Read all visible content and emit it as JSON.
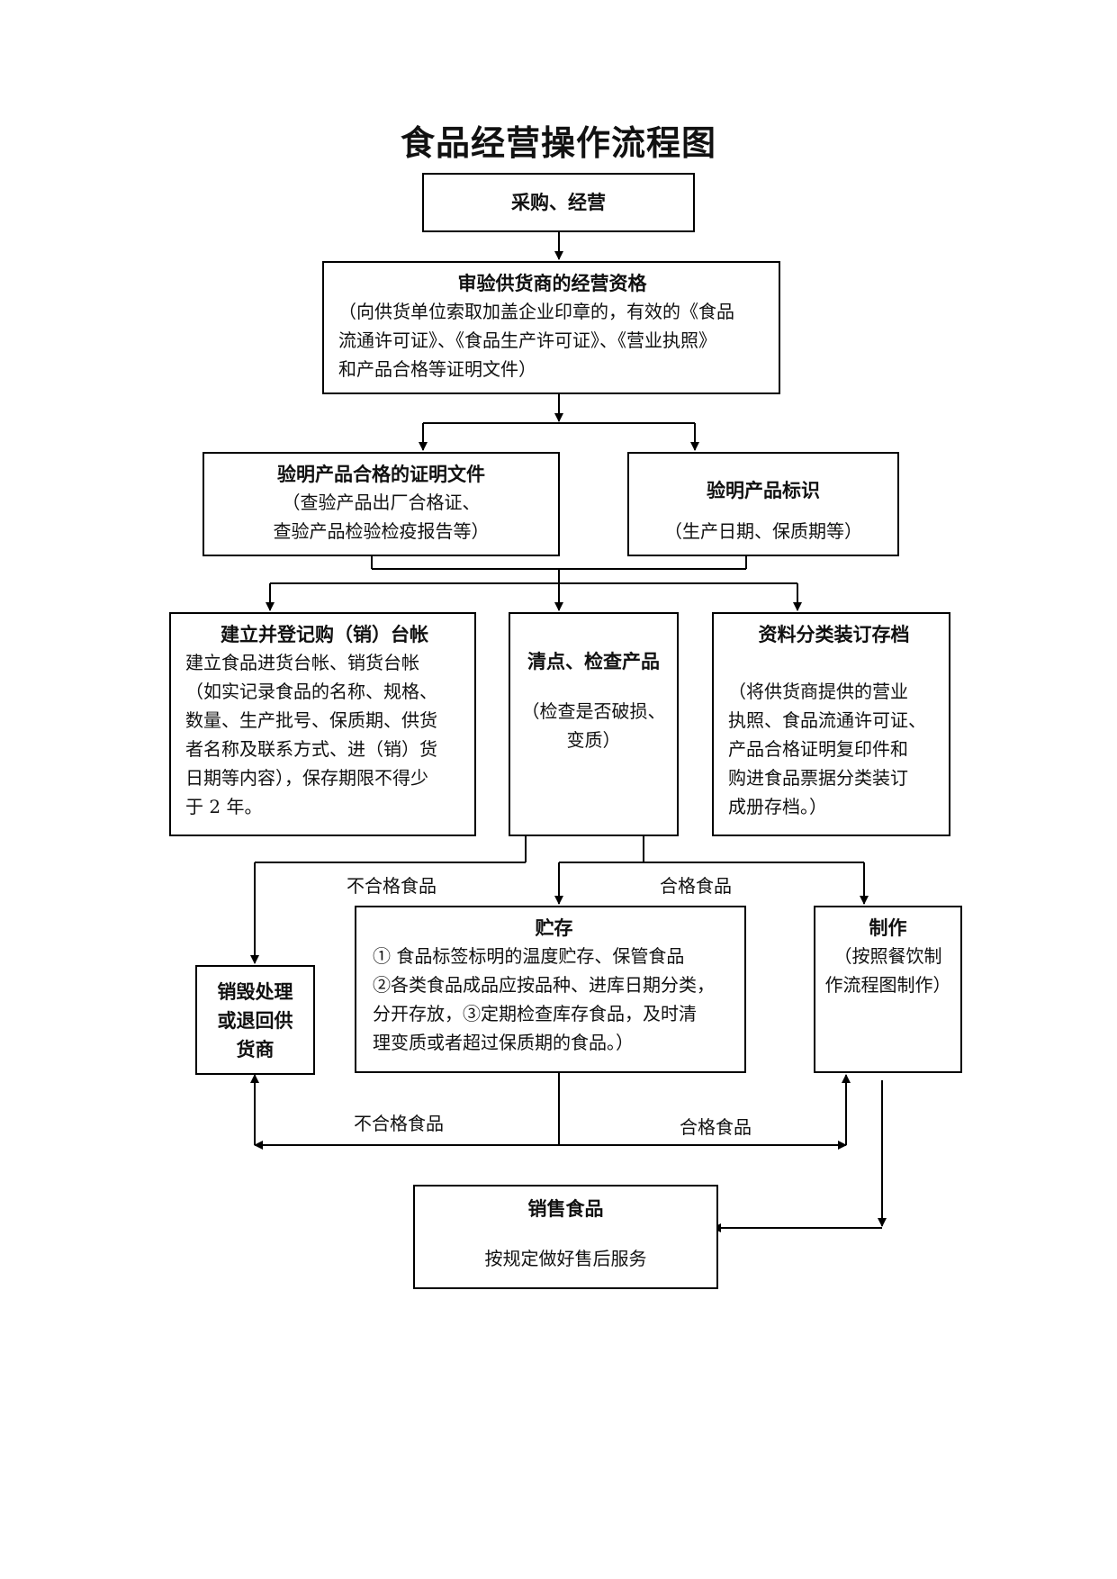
{
  "title": "食品经营操作流程图",
  "nodes": {
    "purchase": {
      "head": "采购、经营"
    },
    "audit": {
      "head": "审验供货商的经营资格",
      "lines": [
        "（向供货单位索取加盖企业印章的，有效的《食品",
        "流通许可证》、《食品生产许可证》、《营业执照》",
        "和产品合格等证明文件）"
      ]
    },
    "cert": {
      "head": "验明产品合格的证明文件",
      "lines": [
        "（查验产品出厂合格证、",
        "查验产品检验检疫报告等）"
      ]
    },
    "mark": {
      "head": "验明产品标识",
      "lines": [
        "（生产日期、保质期等）"
      ]
    },
    "ledger": {
      "head": "建立并登记购（销）台帐",
      "lines": [
        "建立食品进货台帐、销货台帐",
        "（如实记录食品的名称、规格、",
        "数量、生产批号、保质期、供货",
        "者名称及联系方式、进（销）货",
        "日期等内容），保存期限不得少",
        "于 2 年。"
      ]
    },
    "inspect": {
      "head": "清点、检查产品",
      "lines": [
        "（检查是否破损、",
        "变质）"
      ]
    },
    "archive": {
      "head": "资料分类装订存档",
      "lines": [
        "（将供货商提供的营业",
        "执照、食品流通许可证、",
        "产品合格证明复印件和",
        "购进食品票据分类装订",
        "成册存档。）"
      ]
    },
    "destroy": {
      "lines": [
        "销毁处理",
        "或退回供",
        "货商"
      ]
    },
    "storage": {
      "head": "贮存",
      "lines": [
        "①  食品标签标明的温度贮存、保管食品",
        "②各类食品成品应按品种、进库日期分类，",
        "分开存放，③定期检查库存食品，及时清",
        "理变质或者超过保质期的食品。）"
      ]
    },
    "make": {
      "head": "制作",
      "lines": [
        "（按照餐饮制",
        "作流程图制作）"
      ]
    },
    "sell": {
      "head": "销售食品",
      "lines": [
        "按规定做好售后服务"
      ]
    }
  },
  "edge_labels": {
    "unqualified_top": "不合格食品",
    "qualified_top": "合格食品",
    "unqualified_bottom": "不合格食品",
    "qualified_bottom": "合格食品"
  }
}
